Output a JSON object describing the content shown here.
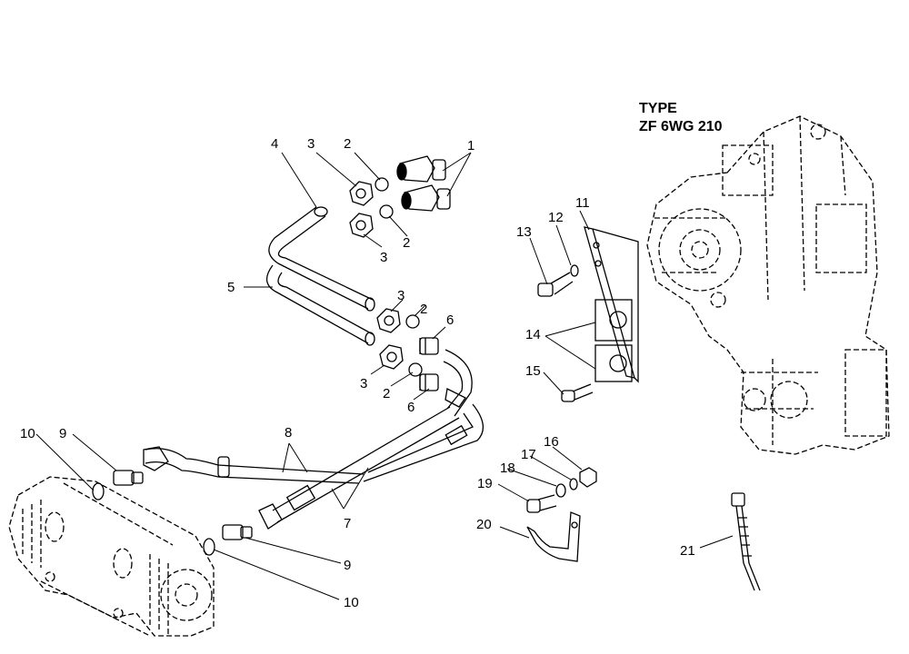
{
  "header": {
    "type_line1": "TYPE",
    "type_line2": "ZF 6WG 210"
  },
  "callouts": {
    "c1": "1",
    "c2a": "2",
    "c2b": "2",
    "c2c": "2",
    "c2d": "2",
    "c3a": "3",
    "c3b": "3",
    "c3c": "3",
    "c3d": "3",
    "c4": "4",
    "c5": "5",
    "c6a": "6",
    "c6b": "6",
    "c7": "7",
    "c8": "8",
    "c9a": "9",
    "c9b": "9",
    "c10a": "10",
    "c10b": "10",
    "c11": "11",
    "c12": "12",
    "c13": "13",
    "c14": "14",
    "c15": "15",
    "c16": "16",
    "c17": "17",
    "c18": "18",
    "c19": "19",
    "c20": "20",
    "c21": "21"
  }
}
